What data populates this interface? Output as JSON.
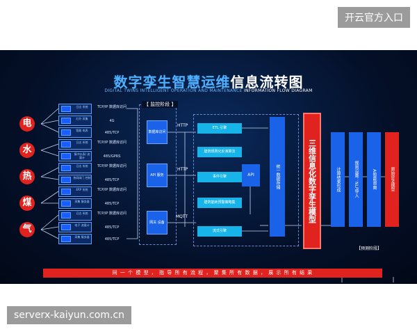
{
  "top_badge": "开云官方入口",
  "bottom_badge": "serverx-kaiyun.com.cn",
  "diagram": {
    "title_main": "数字孪生智慧运维",
    "title_tail": "信息流转图",
    "subtitle_main": "DIGITAL TWINS INTELLIGENT OPERATION AND MAINTENANCE",
    "subtitle_tail": " INFORMATION FLOW DIAGRAM",
    "categories": [
      "电",
      "水",
      "热",
      "煤",
      "气"
    ],
    "devices": [
      {
        "label": "日志 系统",
        "protocol": "TCP/IP 数据库访问"
      },
      {
        "label": "红外 采集",
        "protocol": "4G"
      },
      {
        "label": "智能 电表",
        "protocol": "485/TCP"
      },
      {
        "label": "日志 系统",
        "protocol": "TCP/IP 数据库访问"
      },
      {
        "label": "脉冲水表/ 流量计",
        "protocol": "485/GPRS"
      },
      {
        "label": "日志 系统",
        "protocol": "TCP/IP 数据库访问"
      },
      {
        "label": "热网阀门 控制",
        "protocol": "485/TCP"
      },
      {
        "label": "ERP 系统",
        "protocol": "TCP/IP 数据库访问"
      },
      {
        "label": "采集 服务器",
        "protocol": "485/TCP"
      },
      {
        "label": "日志 系统",
        "protocol": "TCP/IP 数据库访问"
      },
      {
        "label": "电子 流量计",
        "protocol": "485/TCP"
      },
      {
        "label": "采集 服务器",
        "protocol": "485/TCP"
      }
    ],
    "monitor_stage": "【 监控阶段 】",
    "middle_boxes": [
      "数据库访问",
      "API 服务",
      "网关 设备"
    ],
    "mid_protocols": [
      "HTTP",
      "HTTP",
      "MQTT"
    ],
    "engines": [
      "ETL 引擎",
      "建筑规则化反演算法",
      "事件引擎",
      "建筑能耗预警策略集",
      "流式引擎"
    ],
    "api": "API",
    "storage": "统一数据存储",
    "model": "三维信息化数字孪生模型",
    "right_boxes": [
      "计算结果形成",
      "规则设置：NLP导入",
      "AI智能审图",
      "原始BIM模型"
    ],
    "predict_stage": "【预测阶段】",
    "banner": "同 一 个 模 型 ， 指 导 所 有 流 程 ， 聚 集 所 有 数 据 ， 展 示 所 有 结 果"
  }
}
